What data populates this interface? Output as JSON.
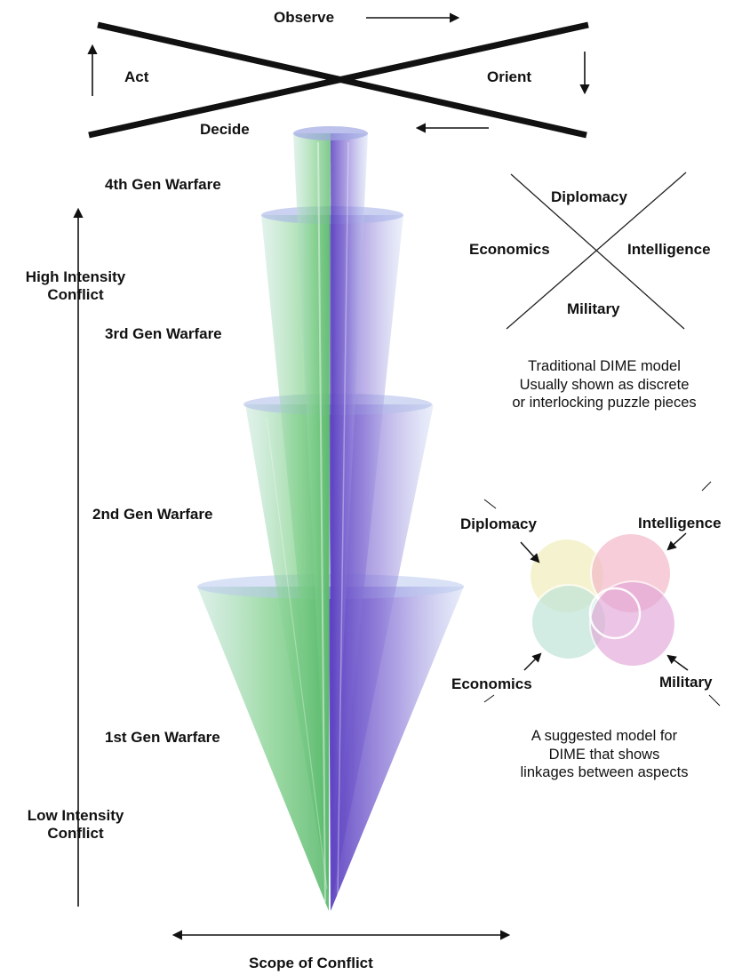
{
  "ooda": {
    "observe": "Observe",
    "orient": "Orient",
    "decide": "Decide",
    "act": "Act"
  },
  "generations": [
    {
      "label": "4th Gen Warfare"
    },
    {
      "label": "3rd Gen Warfare"
    },
    {
      "label": "2nd Gen Warfare"
    },
    {
      "label": "1st Gen Warfare"
    }
  ],
  "intensity_axis": {
    "high": "High Intensity\nConflict",
    "low": "Low Intensity\nConflict"
  },
  "scope_axis": {
    "label": "Scope of Conflict"
  },
  "dime_traditional": {
    "diplomacy": "Diplomacy",
    "economics": "Economics",
    "intelligence": "Intelligence",
    "military": "Military",
    "caption": "Traditional DIME model\nUsually shown as discrete\nor interlocking puzzle pieces"
  },
  "dime_suggested": {
    "diplomacy": "Diplomacy",
    "intelligence": "Intelligence",
    "economics": "Economics",
    "military": "Military",
    "caption": "A suggested model for\nDIME that shows\nlinkages between aspects"
  },
  "colors": {
    "line": "#111111",
    "cone_green": "#7fcf8a",
    "cone_purple": "#6a4fc9",
    "cone_blue": "#8fb0e0"
  }
}
